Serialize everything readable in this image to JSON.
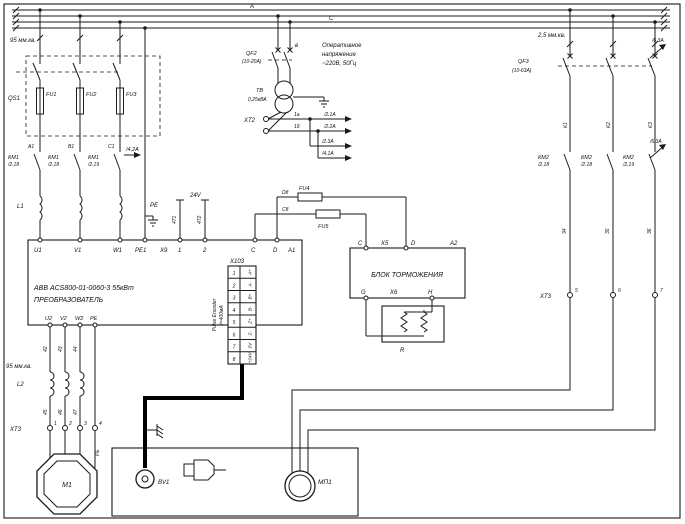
{
  "labels": {
    "phase_a": "A",
    "phase_b": "в",
    "phase_c": "C",
    "cable_top_left": "95 мм.кв.",
    "cable_mid_left": "95 мм.кв.",
    "cable_right": "2,5 мм.кв.",
    "qs1": "QS1",
    "fu1": "FU1",
    "fu2": "FU2",
    "fu3": "FU3",
    "km1": [
      {
        "name": "КМ1",
        "ref": "/2.18"
      },
      {
        "name": "КМ1",
        "ref": "/2.18"
      },
      {
        "name": "КМ1",
        "ref": "/2.19"
      }
    ],
    "km1_aux": "/4,2А",
    "wires_left": [
      "А1",
      "В1",
      "С1"
    ],
    "l1": "L1",
    "l2": "L2",
    "pe": "РЕ",
    "conv": {
      "u1": "U1",
      "v1": "V1",
      "w1": "W1",
      "pe1": "РЕ1",
      "x9": "Х9",
      "x9_1": "1",
      "x9_2": "2",
      "v24": "24V",
      "w471": "471",
      "w472": "472",
      "c": "C",
      "d": "D",
      "ref": "А1",
      "name1": "АВВ ACS800-01-0060-3 55кВт",
      "name2": "ПРЕОБРАЗОВАТЕЛЬ",
      "u2": "U2",
      "v2": "V2",
      "w2": "W2",
      "pe2": "РЕ"
    },
    "x103": {
      "name": "Х103",
      "rows": [
        {
          "n": "1",
          "s": "A+"
        },
        {
          "n": "2",
          "s": "A-"
        },
        {
          "n": "3",
          "s": "B+"
        },
        {
          "n": "4",
          "s": "B-"
        },
        {
          "n": "5",
          "s": "Z+"
        },
        {
          "n": "6",
          "s": "Z-"
        },
        {
          "n": "7",
          "s": "0V"
        },
        {
          "n": "8",
          "s": "+24V"
        }
      ],
      "note1": "Pulse Encoder",
      "note2": "I=400мА"
    },
    "fu4": "FU4",
    "fu5": "FU5",
    "wd8": "D8",
    "wc8": "С8",
    "brake": {
      "ref": "А2",
      "x5": "Х5",
      "c": "C",
      "d": "D",
      "x6": "Х6",
      "g": "G",
      "h": "Н",
      "title": "БЛОК ТОРМОЖЕНИЯ",
      "r": "R"
    },
    "qf2": {
      "name": "QF2",
      "rating": "(10-20А)"
    },
    "tv": {
      "name": "ТВ",
      "rating": "0,25кВА"
    },
    "opnote1": "Оперативное",
    "opnote2": "напряжение",
    "opnote3": "~220В, 50Гц",
    "xt2": {
      "name": "ХТ2",
      "w1": "1а",
      "w2": "1б",
      "ref1": "/2.1А",
      "ref2": "/2.2А",
      "ref3": "/2.3А",
      "ref4": "/4.1А"
    },
    "qf3": {
      "name": "QF3",
      "rating": "(10-63А)",
      "ref1": "/6,3А",
      "ref2": "/6,3А"
    },
    "km2": [
      {
        "name": "КМ2",
        "ref": "/2.18"
      },
      {
        "name": "КМ2",
        "ref": "/2.18"
      },
      {
        "name": "КМ2",
        "ref": "/2.19"
      }
    ],
    "wires_right": [
      "К1",
      "К2",
      "К3"
    ],
    "wires_right2": [
      "34",
      "35",
      "36"
    ],
    "xt3r": {
      "name": "ХТ3",
      "t": [
        "5",
        "6",
        "7"
      ]
    },
    "xt3l": {
      "name": "ХТ3",
      "t": [
        "1",
        "2",
        "3",
        "4"
      ]
    },
    "wires_l2a": [
      "42",
      "43",
      "44"
    ],
    "wires_l2b": [
      "45",
      "46",
      "47"
    ],
    "pe_bot": "РЕ",
    "m1": "М1",
    "mp1": "МП1",
    "bv1": "BV1"
  }
}
